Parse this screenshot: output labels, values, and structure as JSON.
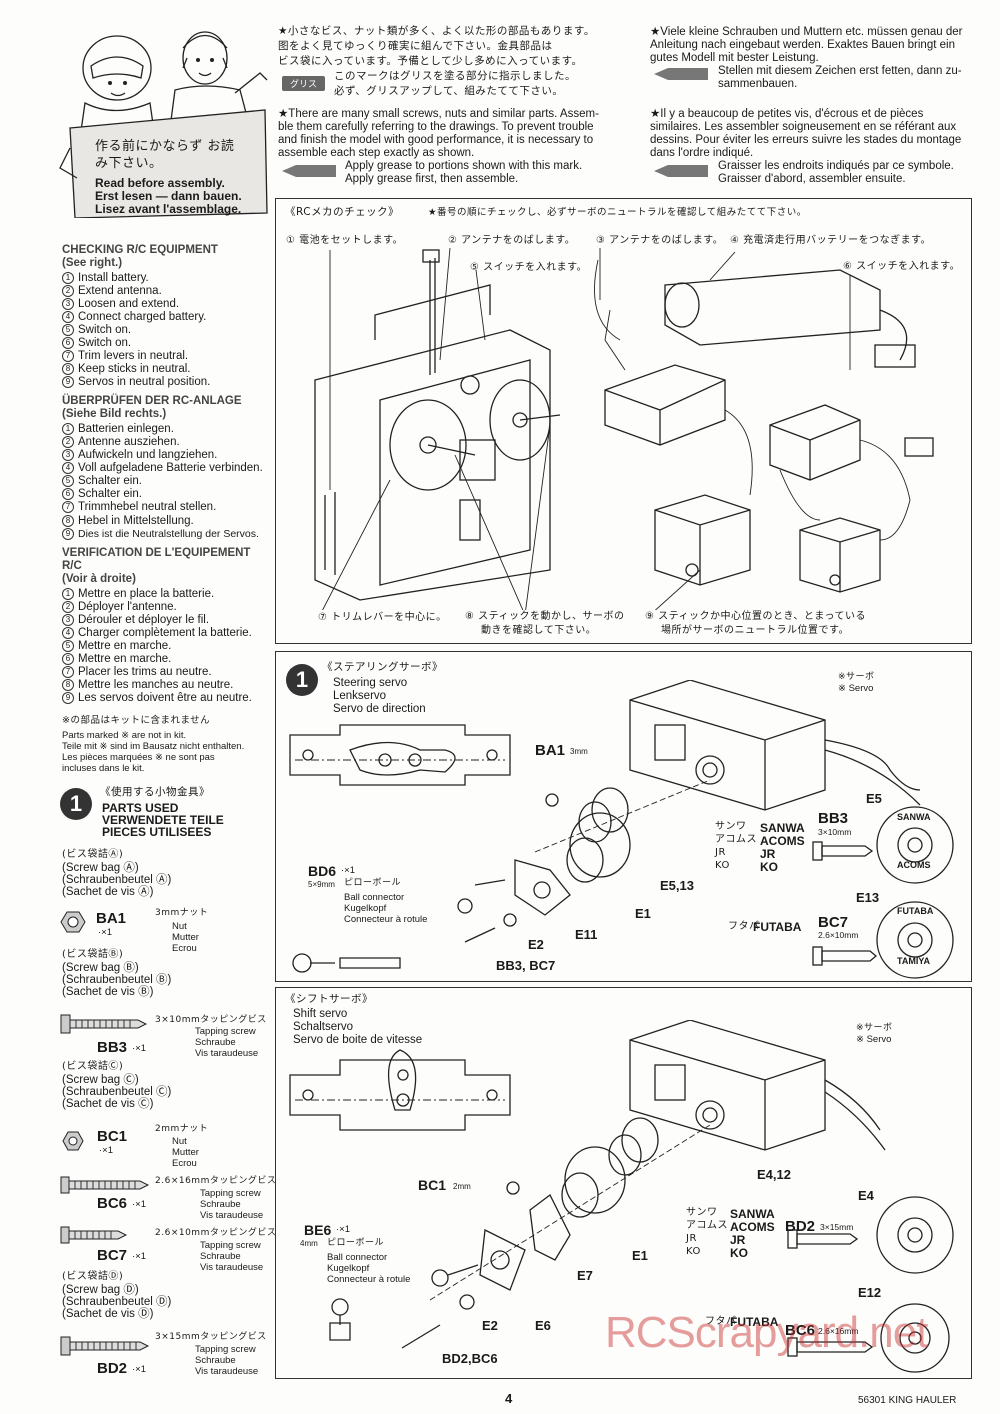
{
  "header": {
    "intro_jp": "作る前にかならず お読み下さい。",
    "intro_lines": [
      "Read before assembly.",
      "Erst lesen — dann bauen.",
      "Lisez avant l'assemblage."
    ],
    "jp_note": [
      "★小さなビス、ナット類が多く、よく以た形の部品もあります。",
      "图をよく見てゆっくり確実に組んで下さい。金具部品は",
      "ビス袋に入っています。予備として少し多めに入っています。",
      "このマークはグリスを塗る部分に指示しました。",
      "必ず、グリスアップして、組みたてて下さい。"
    ],
    "grease_tag": "グリス",
    "en_note": [
      "★There are many small screws, nuts and similar parts. Assem-",
      "ble them carefully referring to the drawings. To prevent trouble",
      "and finish the model with good performance, it is necessary to",
      "assemble each step exactly as shown."
    ],
    "en_grease": [
      "Apply grease to portions shown with this mark.",
      "Apply grease first, then assemble."
    ],
    "de_note": [
      "★Viele kleine Schrauben und Muttern etc. müssen genau der",
      "Anleitung nach eingebaut werden. Exaktes Bauen bringt ein",
      "gutes Modell mit bester Leistung."
    ],
    "de_grease": [
      "Stellen mit diesem Zeichen erst fetten, dann zu-",
      "sammenbauen."
    ],
    "fr_note": [
      "★Il y a beaucoup de petites vis, d'écrous et de pièces",
      "similaires. Les assembler soigneusement en se référant aux",
      "dessins. Pour éviter les erreurs suivre les stades du montage",
      "dans l'ordre indiqué."
    ],
    "fr_grease": [
      "Graisser les endroits indiqués par ce symbole.",
      "Graisser d'abord, assembler ensuite."
    ]
  },
  "left": {
    "check_title": [
      "CHECKING R/C EQUIPMENT",
      "(See right.)"
    ],
    "check_items": [
      "Install battery.",
      "Extend antenna.",
      "Loosen and extend.",
      "Connect charged battery.",
      "Switch on.",
      "Switch on.",
      "Trim levers in neutral.",
      "Keep sticks in neutral.",
      "Servos in neutral position."
    ],
    "de_title": [
      "ÜBERPRÜFEN DER RC-ANLAGE",
      "(Siehe Bild rechts.)"
    ],
    "de_items": [
      "Batterien einlegen.",
      "Antenne ausziehen.",
      "Aufwickeln und langziehen.",
      "Voll aufgeladene Batterie verbinden.",
      "Schalter ein.",
      "Schalter ein.",
      "Trimmhebel neutral stellen.",
      "Hebel in Mittelstellung.",
      "Dies ist die Neutralstellung der Servos."
    ],
    "fr_title": [
      "VERIFICATION DE L'EQUIPEMENT R/C",
      "(Voir à droite)"
    ],
    "fr_items": [
      "Mettre en place la batterie.",
      "Déployer l'antenne.",
      "Dérouler et déployer le fil.",
      "Charger complètement la batterie.",
      "Mettre en marche.",
      "Mettre en marche.",
      "Placer les trims au neutre.",
      "Mettre les manches au neutre.",
      "Les servos doivent être au neutre."
    ],
    "nic_jp": "※の部品はキットに含まれません",
    "nic_lines": [
      "Parts marked ※ are not in kit.",
      "Teile mit ※ sind im Bausatz nicht enthalten.",
      "Les pièces marquées ※ ne sont pas",
      "incluses dans le kit."
    ],
    "step_no": "1",
    "parts_used_jp": "《使用する小物金具》",
    "parts_used": [
      "PARTS USED",
      "VERWENDETE TEILE",
      "PIECES UTILISEES"
    ],
    "bagA": [
      "(ビス袋詰Ⓐ)",
      "(Screw bag Ⓐ)",
      "(Schraubenbeutel Ⓐ)",
      "(Sachet de vis Ⓐ)"
    ],
    "ba1": {
      "code": "BA1",
      "qty": "·×1",
      "jp": "3mmナット",
      "names": [
        "Nut",
        "Mutter",
        "Ecrou"
      ]
    },
    "bagB": [
      "(ビス袋詰Ⓑ)",
      "(Screw bag Ⓑ)",
      "(Schraubenbeutel Ⓑ)",
      "(Sachet de vis Ⓑ)"
    ],
    "bb3": {
      "code": "BB3",
      "qty": "·×1",
      "jp": "3×10mmタッピングビス",
      "names": [
        "Tapping screw",
        "Schraube",
        "Vis taraudeuse"
      ]
    },
    "bagC": [
      "(ビス袋詰Ⓒ)",
      "(Screw bag Ⓒ)",
      "(Schraubenbeutel Ⓒ)",
      "(Sachet de vis Ⓒ)"
    ],
    "bc1": {
      "code": "BC1",
      "qty": "·×1",
      "jp": "2mmナット",
      "names": [
        "Nut",
        "Mutter",
        "Ecrou"
      ]
    },
    "bc6": {
      "code": "BC6",
      "qty": "·×1",
      "jp": "2.6×16mmタッピングビス",
      "names": [
        "Tapping screw",
        "Schraube",
        "Vis taraudeuse"
      ]
    },
    "bc7": {
      "code": "BC7",
      "qty": "·×1",
      "jp": "2.6×10mmタッピングビス",
      "names": [
        "Tapping screw",
        "Schraube",
        "Vis taraudeuse"
      ]
    },
    "bagD": [
      "(ビス袋詰Ⓓ)",
      "(Screw bag Ⓓ)",
      "(Schraubenbeutel Ⓓ)",
      "(Sachet de vis Ⓓ)"
    ],
    "bd2": {
      "code": "BD2",
      "qty": "·×1",
      "jp": "3×15mmタッピングビス",
      "names": [
        "Tapping screw",
        "Schraube",
        "Vis taraudeuse"
      ]
    }
  },
  "rc_box": {
    "title": "《RCメカのチェック》",
    "subtitle": "★番号の順にチェックし、必ずサーボのニュートラルを確認して組みたてて下さい。",
    "labels": [
      "① 電池をセットします。",
      "② アンテナをのばします。",
      "③ アンテナをのばします。",
      "④ 充電済走行用バッテリーをつなぎます。",
      "⑤ スイッチを入れます。",
      "⑥ スイッチを入れます。",
      "⑦ トリムレバーを中心に。",
      "⑧ スティックを動かし、サーボの",
      "動きを確認して下さい。",
      "⑨ スティックか中心位置のとき、とまっている",
      "場所がサーボのニュートラル位置です。"
    ]
  },
  "steer_box": {
    "step_no": "1",
    "title_jp": "《ステアリングサーボ》",
    "title": [
      "Steering servo",
      "Lenkservo",
      "Servo de direction"
    ],
    "servo_note": [
      "※サーボ",
      "※ Servo"
    ],
    "parts": [
      "BA1",
      "3mm",
      "E5,13",
      "E1",
      "E11",
      "E2",
      "BB3, BC7",
      "BD6",
      "·×1",
      "5×9mm",
      "ピローボール"
    ],
    "ball": [
      "Ball connector",
      "Kugelkopf",
      "Connecteur à rotule"
    ],
    "brands_jp": [
      "サンワ",
      "アコムス",
      "JR",
      "KO"
    ],
    "brands": [
      "SANWA",
      "ACOMS",
      "JR",
      "KO"
    ],
    "bb3": "BB3",
    "bb3_size": "3×10mm",
    "e5": "E5",
    "e13": "E13",
    "futaba_jp": "フタバ",
    "futaba": "FUTABA",
    "bc7": "BC7",
    "bc7_size": "2.6×10mm",
    "horn_sanwa": [
      "SANWA",
      "ACOMS"
    ],
    "horn_futaba": [
      "FUTABA",
      "TAMIYA"
    ]
  },
  "shift_box": {
    "title_jp": "《シフトサーボ》",
    "title": [
      "Shift servo",
      "Schaltservo",
      "Servo de boite de vitesse"
    ],
    "servo_note": [
      "※サーボ",
      "※ Servo"
    ],
    "parts": [
      "E4,12",
      "BC1",
      "2mm",
      "E1",
      "E7",
      "E2",
      "E6",
      "BD2,BC6",
      "BE6",
      "·×1",
      "4mm",
      "ピローボール"
    ],
    "ball": [
      "Ball connector",
      "Kugelkopf",
      "Connecteur à rotule"
    ],
    "brands_jp": [
      "サンワ",
      "アコムス",
      "JR",
      "KO"
    ],
    "brands": [
      "SANWA",
      "ACOMS",
      "JR",
      "KO"
    ],
    "bd2": "BD2",
    "bd2_size": "3×15mm",
    "e4": "E4",
    "e12": "E12",
    "futaba_jp": "フタバ",
    "futaba": "FUTABA",
    "bc6": "BC6",
    "bc6_size": "2.6×16mm"
  },
  "footer": {
    "page": "4",
    "model": "56301 KING HAULER",
    "watermark": "RCScrapyard.net"
  }
}
